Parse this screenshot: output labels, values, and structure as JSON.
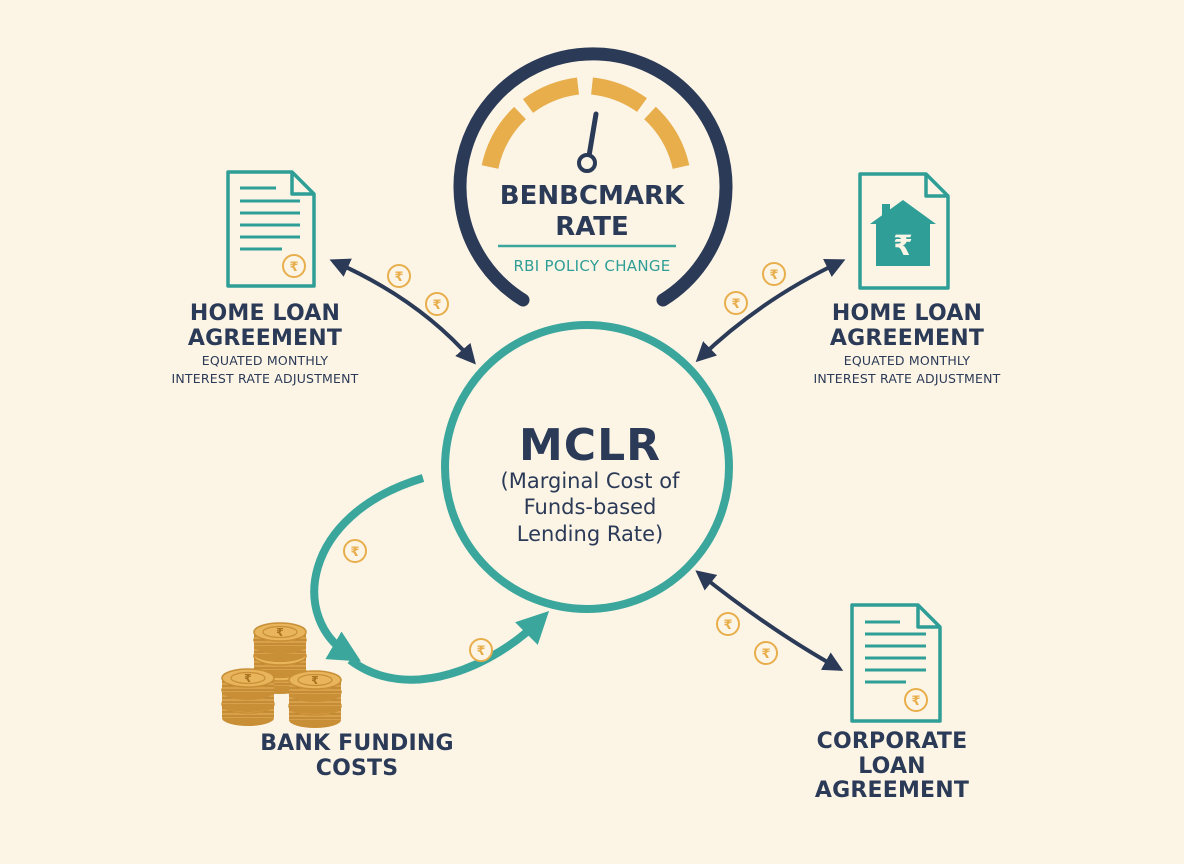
{
  "gauge": {
    "title_line1": "BENBCMARK",
    "title_line2": "RATE",
    "subtitle": "RBI POLICY CHANGE"
  },
  "center": {
    "title": "MCLR",
    "subtitle_line1": "(Marginal Cost of",
    "subtitle_line2": "Funds-based",
    "subtitle_line3": "Lending Rate)"
  },
  "left_agreement": {
    "title_line1": "HOME LOAN",
    "title_line2": "AGREEMENT",
    "sub_line1": "EQUATED MONTHLY",
    "sub_line2": "INTEREST RATE ADJUSTMENT"
  },
  "right_agreement": {
    "title_line1": "HOME LOAN",
    "title_line2": "AGREEMENT",
    "sub_line1": "EQUATED MONTHLY",
    "sub_line2": "INTEREST RATE ADJUSTMENT"
  },
  "funding": {
    "title_line1": "BANK FUNDING",
    "title_line2": "COSTS"
  },
  "corporate": {
    "title_line1": "CORPORATE LOAN",
    "title_line2": "AGREEMENT"
  },
  "rupee_symbol": "₹",
  "colors": {
    "background": "#fcf5e6",
    "navy": "#2b3a57",
    "teal": "#3aa69c",
    "gold": "#e8ae4c"
  },
  "icons": {
    "document": "document-icon",
    "house": "house-icon",
    "coins": "coin-stack-icon",
    "gauge": "gauge-icon"
  }
}
